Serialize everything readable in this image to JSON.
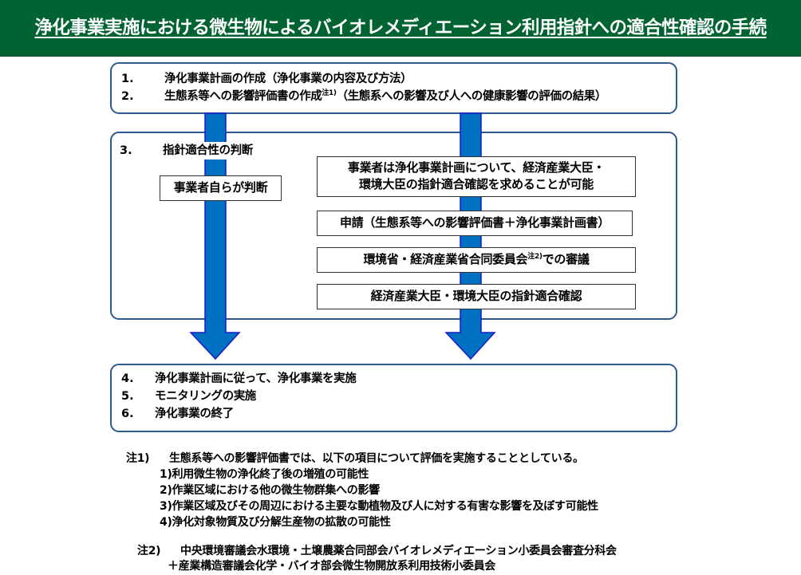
{
  "header": {
    "title": "浄化事業実施における微生物によるバイオレメディエーション利用指針への適合性確認の手続",
    "background_color": "#006331"
  },
  "stage1": {
    "items": [
      {
        "num": "1.",
        "text": "浄化事業計画の作成（浄化事業の内容及び方法）"
      },
      {
        "num": "2.",
        "text": "生態系等への影響評価書の作成",
        "sup": "注1)",
        "text_after": "（生態系への影響及び人への健康影響の評価の結果）"
      }
    ]
  },
  "stage2": {
    "num": "3.",
    "title": "指針適合性の判断",
    "left_path": {
      "box": "事業者自らが判断"
    },
    "right_path": {
      "boxes": [
        {
          "line1": "事業者は浄化事業計画について、経済産業大臣・",
          "line2": "環境大臣の指針適合確認を求めることが可能"
        },
        {
          "text": "申請（生態系等への影響評価書＋浄化事業計画書）"
        },
        {
          "text": "環境省・経済産業省合同委員会",
          "sup": "注2)",
          "text_after": "での審議"
        },
        {
          "text": "経済産業大臣・環境大臣の指針適合確認"
        }
      ]
    }
  },
  "stage3": {
    "items": [
      {
        "num": "4.",
        "text": "浄化事業計画に従って、浄化事業を実施"
      },
      {
        "num": "5.",
        "text": "モニタリングの実施"
      },
      {
        "num": "6.",
        "text": "浄化事業の終了"
      }
    ]
  },
  "notes": {
    "note1": {
      "label": "注1)",
      "text": "生態系等への影響評価書では、以下の項目について評価を実施することとしている。",
      "items": [
        "1)利用微生物の浄化終了後の増殖の可能性",
        "2)作業区域における他の微生物群集への影響",
        "3)作業区域及びその周辺における主要な動植物及び人に対する有害な影響を及ぼす可能性",
        "4)浄化対象物質及び分解生産物の拡散の可能性"
      ]
    },
    "note2": {
      "label": "注2)",
      "line1": "中央環境審議会水環境・土壌農薬合同部会バイオレメディエーション小委員会審査分科会",
      "line2": "＋産業構造審議会化学・バイオ部会微生物開放系利用技術小委員会"
    }
  },
  "colors": {
    "arrow_fill": "#0070c0",
    "arrow_stroke": "#1a1acc",
    "stage_border": "#2e5a8e"
  }
}
